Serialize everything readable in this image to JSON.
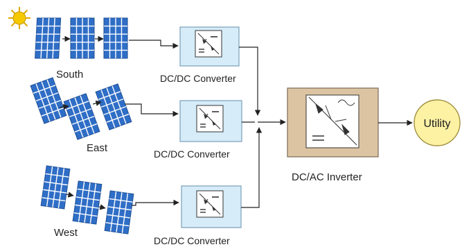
{
  "diagram": {
    "arrays": [
      {
        "id": "south",
        "label": "South"
      },
      {
        "id": "east",
        "label": "East"
      },
      {
        "id": "west",
        "label": "West"
      }
    ],
    "converters": [
      {
        "label": "DC/DC Converter"
      },
      {
        "label": "DC/DC Converter"
      },
      {
        "label": "DC/DC Converter"
      }
    ],
    "inverter": {
      "label": "DC/AC Inverter"
    },
    "utility": {
      "label": "Utility"
    },
    "colors": {
      "panel_blue": "#2f6ec6",
      "panel_grid": "#ffffff",
      "converter_fill": "#d6ecf8",
      "converter_border": "#7aa0b8",
      "inverter_fill": "#dcc4a2",
      "inverter_border": "#8a7a68",
      "utility_fill": "#fdf2a4",
      "sun": "#f6c800",
      "wire": "#222222"
    }
  }
}
